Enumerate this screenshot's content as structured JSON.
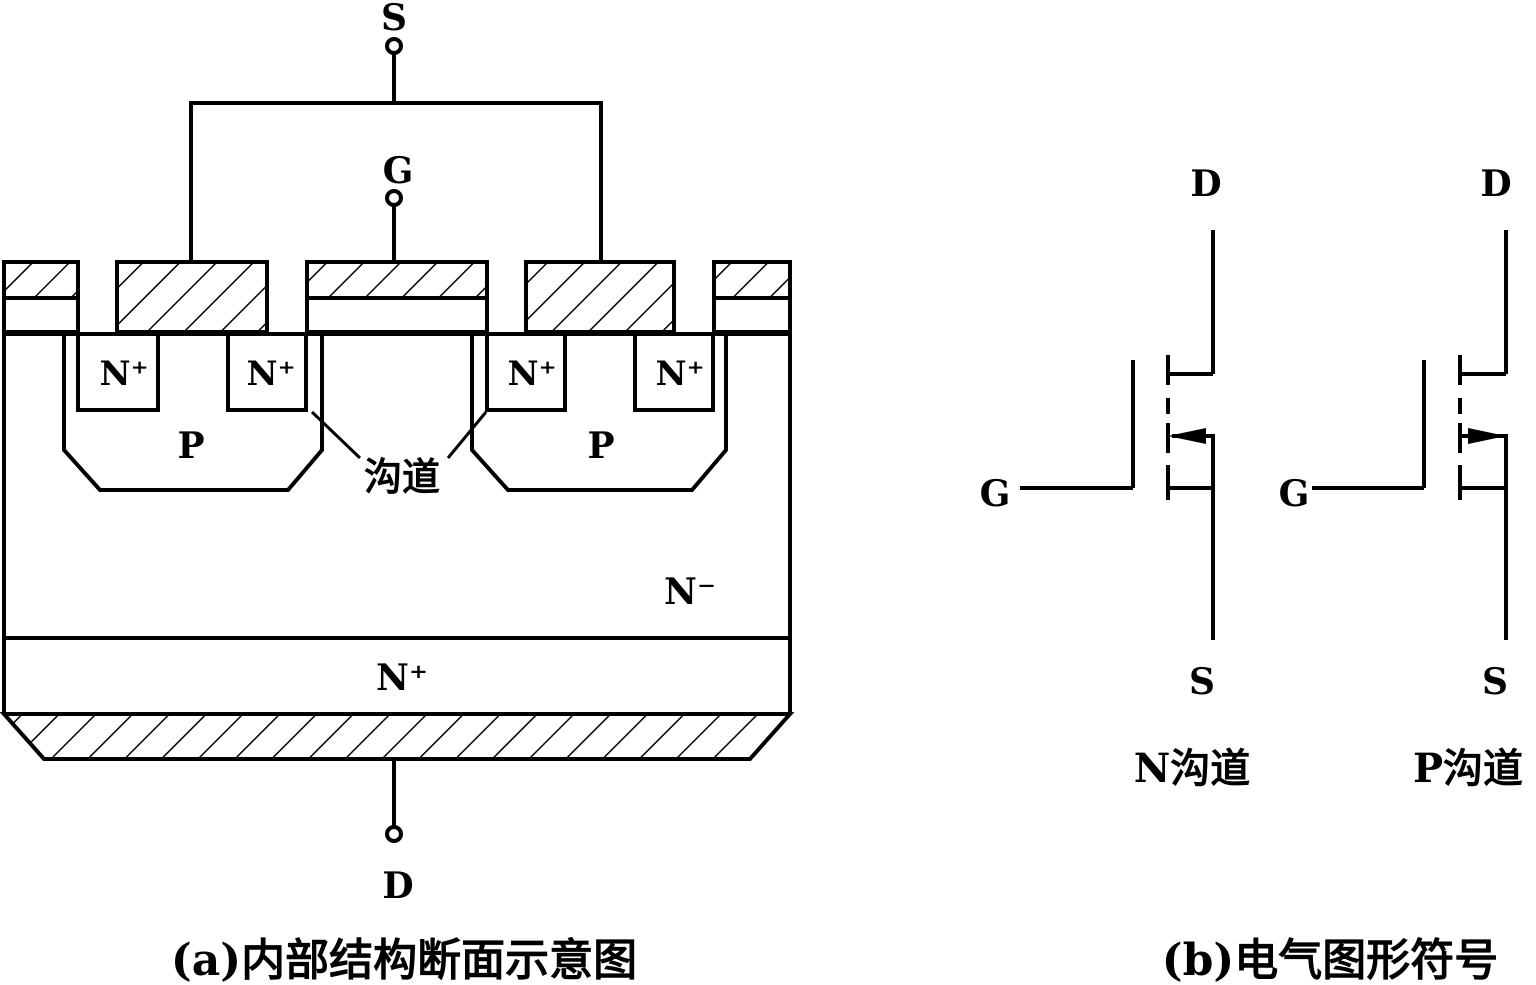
{
  "panel_a": {
    "terminal_s": "S",
    "terminal_g": "G",
    "terminal_d": "D",
    "region_n_plus_1": "N⁺",
    "region_n_plus_2": "N⁺",
    "region_n_plus_3": "N⁺",
    "region_n_plus_4": "N⁺",
    "region_p_left": "P",
    "region_p_right": "P",
    "channel_label": "沟道",
    "region_n_minus": "N⁻",
    "region_n_plus_substrate": "N⁺",
    "caption": "(a)内部结构断面示意图"
  },
  "panel_b": {
    "n_symbol": {
      "d": "D",
      "g": "G",
      "s": "S",
      "label": "N沟道"
    },
    "p_symbol": {
      "d": "D",
      "g": "G",
      "s": "S",
      "label": "P沟道"
    },
    "caption": "(b)电气图形符号"
  }
}
